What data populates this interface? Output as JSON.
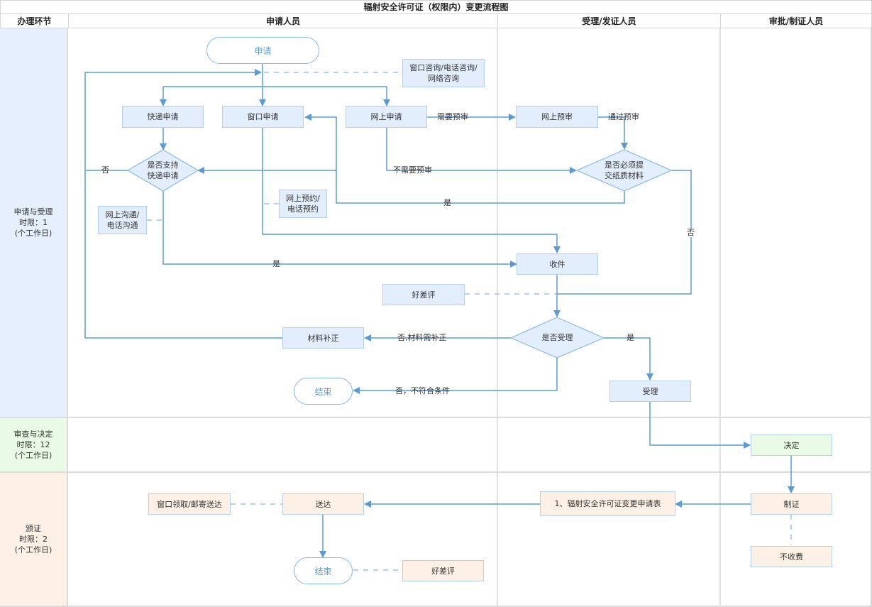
{
  "title": "辐射安全许可证（权限内）变更流程图",
  "columns": {
    "phase": "办理环节",
    "applicant": "申请人员",
    "acceptor": "受理/发证人员",
    "approver": "审批/制证人员"
  },
  "phases": [
    {
      "label": "申请与受理\n时限：1\n(个工作日)",
      "color": "#e5effd"
    },
    {
      "label": "审查与决定\n时限：12\n(个工作日)",
      "color": "#e9fbe5"
    },
    {
      "label": "颁证\n时限：2\n(个工作日)",
      "color": "#fdf1e6"
    }
  ],
  "nodes": {
    "start": "申请",
    "consult": "窗口咨询/电话咨询/\n网络咨询",
    "express_apply": "快递申请",
    "window_apply": "窗口申请",
    "online_apply": "网上申请",
    "online_precheck": "网上预审",
    "express_support": "是否支持\n快递申请",
    "paper_required": "是否必须提\n交纸质材料",
    "online_booking": "网上预约/\n电话预约",
    "online_comm": "网上沟通/\n电话沟通",
    "receive": "收件",
    "rating1": "好差评",
    "accept_decision": "是否受理",
    "supplement": "材料补正",
    "end1": "结束",
    "accept": "受理",
    "decide": "决定",
    "make_cert": "制证",
    "free": "不收费",
    "form": "1、辐射安全许可证变更申请表",
    "deliver": "送达",
    "pickup": "窗口领取/邮寄送达",
    "end2": "结束",
    "rating2": "好差评"
  },
  "edge_labels": {
    "need_precheck": "需要预审",
    "pass_precheck": "通过预审",
    "no_precheck": "不需要预审",
    "no_express": "否",
    "yes_paper": "是",
    "no_paper": "否",
    "yes_express": "是",
    "no_supplement": "否,材料需补正",
    "no_unqualified": "否，不符合条件",
    "yes_accept": "是"
  },
  "colors": {
    "line": "#5b9bd5",
    "node_blue": "#e3eefc",
    "node_green": "#e9fbe5",
    "node_peach": "#fdf1e6",
    "border": "#b5d0ee"
  }
}
